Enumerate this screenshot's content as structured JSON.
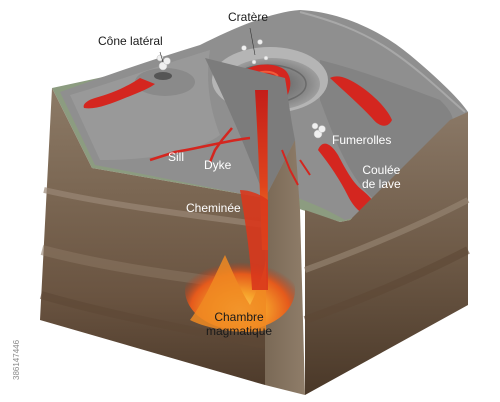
{
  "labels": {
    "cratere": "Cratère",
    "cone_lateral": "Cône latéral",
    "sill": "Sill",
    "dyke": "Dyke",
    "fumerolles": "Fumerolles",
    "coulee_line1": "Coulée",
    "coulee_line2": "de lave",
    "cheminee": "Cheminée",
    "chambre_line1": "Chambre",
    "chambre_line2": "magmatique"
  },
  "stock_id": "386147446",
  "colors": {
    "lava": "#d4261f",
    "magma": "#f07a1a",
    "rock_gray": "#8f8f8f",
    "ground_brown": "#7a6451",
    "top_green": "#8c9c80"
  }
}
